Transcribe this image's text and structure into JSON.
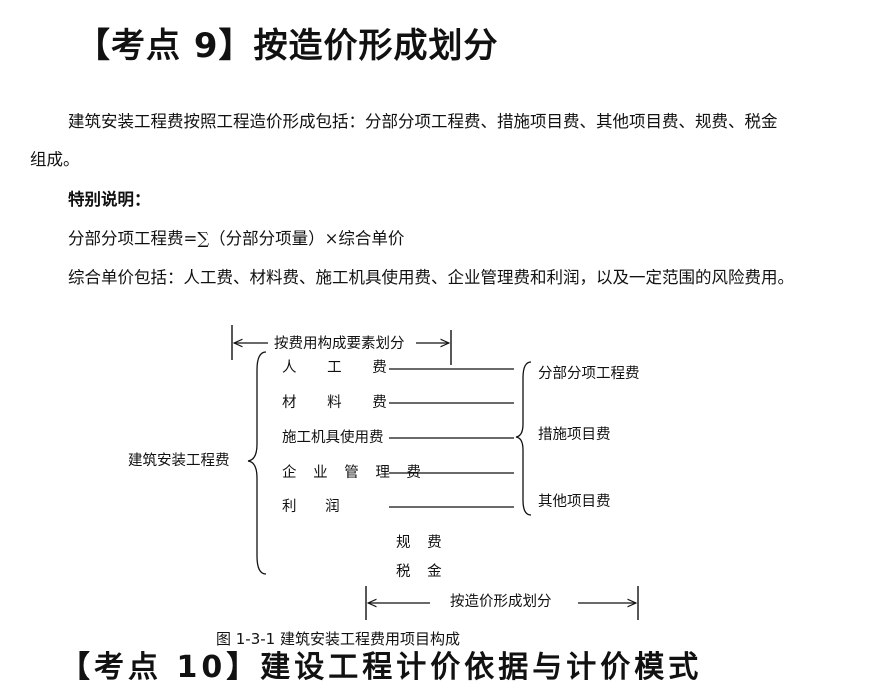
{
  "heading": "【考点 9】按造价形成划分",
  "intro": {
    "line1": "建筑安装工程费按照工程造价形成包括：分部分项工程费、措施项目费、其他项目费、规费、税金",
    "line2": "组成。"
  },
  "special_note_title": "特别说明：",
  "formula": "分部分项工程费=∑（分部分项量）×综合单价",
  "unit_price_note": "综合单价包括：人工费、材料费、施工机具使用费、企业管理费和利润，以及一定范围的风险费用。",
  "diagram": {
    "top_label": "按费用构成要素划分",
    "root": "建筑安装工程费",
    "elements": [
      "人 工 费",
      "材 料 费",
      "施工机具使用费",
      "企 业 管 理 费",
      "利 润"
    ],
    "extra_items": [
      "规 费",
      "税 金"
    ],
    "right_groups": [
      "分部分项工程费",
      "措施项目费",
      "其他项目费"
    ],
    "bottom_label": "按造价形成划分"
  },
  "caption": "图 1-3-1 建筑安装工程费用项目构成",
  "cutoff_text": "【考点 10】建设工程计价依据与计价模式"
}
